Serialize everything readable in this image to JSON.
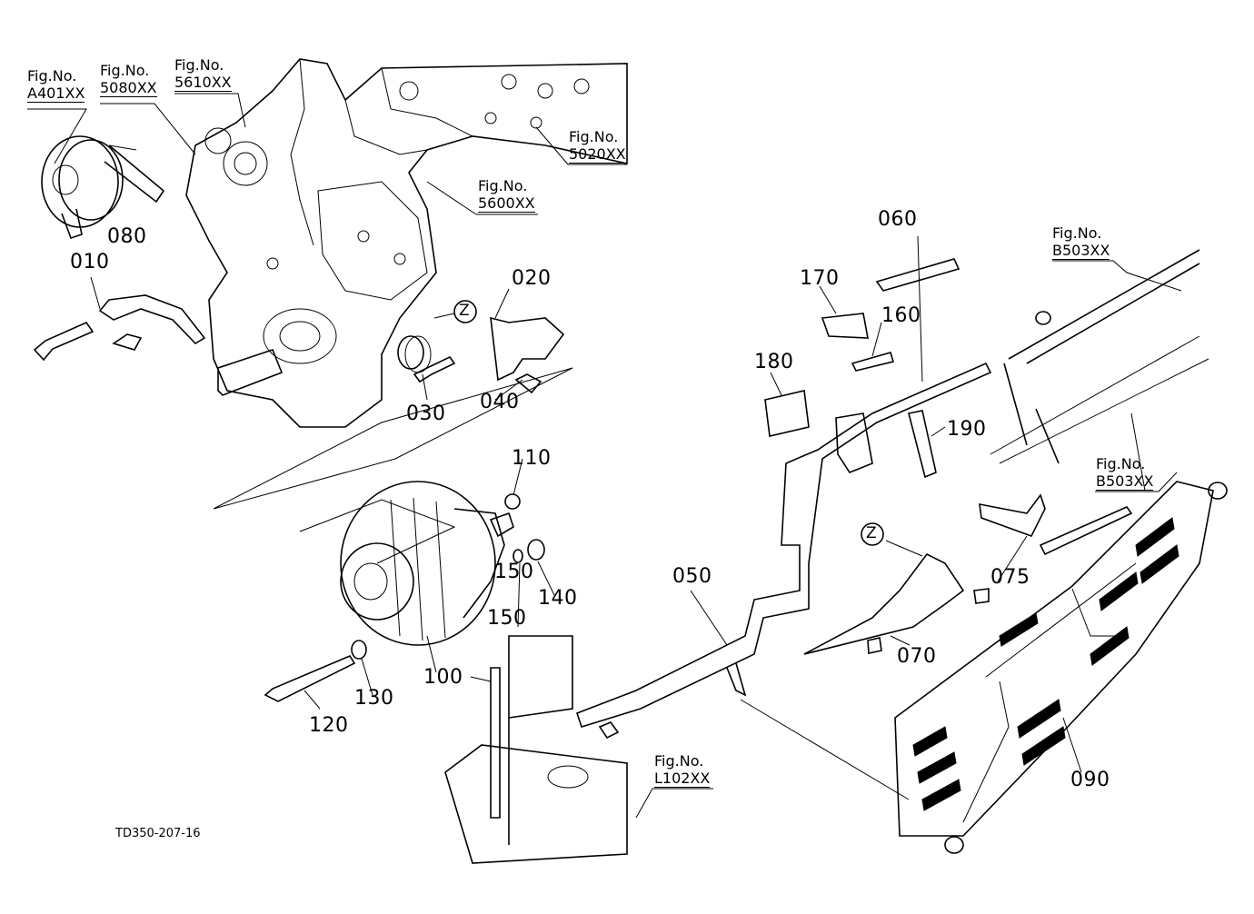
{
  "document_code": "TD350-207-16",
  "figure_refs": [
    {
      "id": "a401",
      "prefix": "Fig.No.",
      "code": "A401XX"
    },
    {
      "id": "5080",
      "prefix": "Fig.No.",
      "code": "5080XX"
    },
    {
      "id": "5610",
      "prefix": "Fig.No.",
      "code": "5610XX"
    },
    {
      "id": "5020",
      "prefix": "Fig.No.",
      "code": "5020XX"
    },
    {
      "id": "5600",
      "prefix": "Fig.No.",
      "code": "5600XX"
    },
    {
      "id": "b503a",
      "prefix": "Fig.No.",
      "code": "B503XX"
    },
    {
      "id": "b503b",
      "prefix": "Fig.No.",
      "code": "B503XX"
    },
    {
      "id": "l102",
      "prefix": "Fig.No.",
      "code": "L102XX"
    }
  ],
  "parts": {
    "p010": "010",
    "p020": "020",
    "p030": "030",
    "p040": "040",
    "p050": "050",
    "p060": "060",
    "p070": "070",
    "p075": "075",
    "p080": "080",
    "p090": "090",
    "p100": "100",
    "p110": "110",
    "p120": "120",
    "p130": "130",
    "p140": "140",
    "p150a": "150",
    "p150b": "150",
    "p160": "160",
    "p170": "170",
    "p180": "180",
    "p190": "190"
  },
  "view_markers": {
    "z1": "Z",
    "z2": "Z"
  }
}
